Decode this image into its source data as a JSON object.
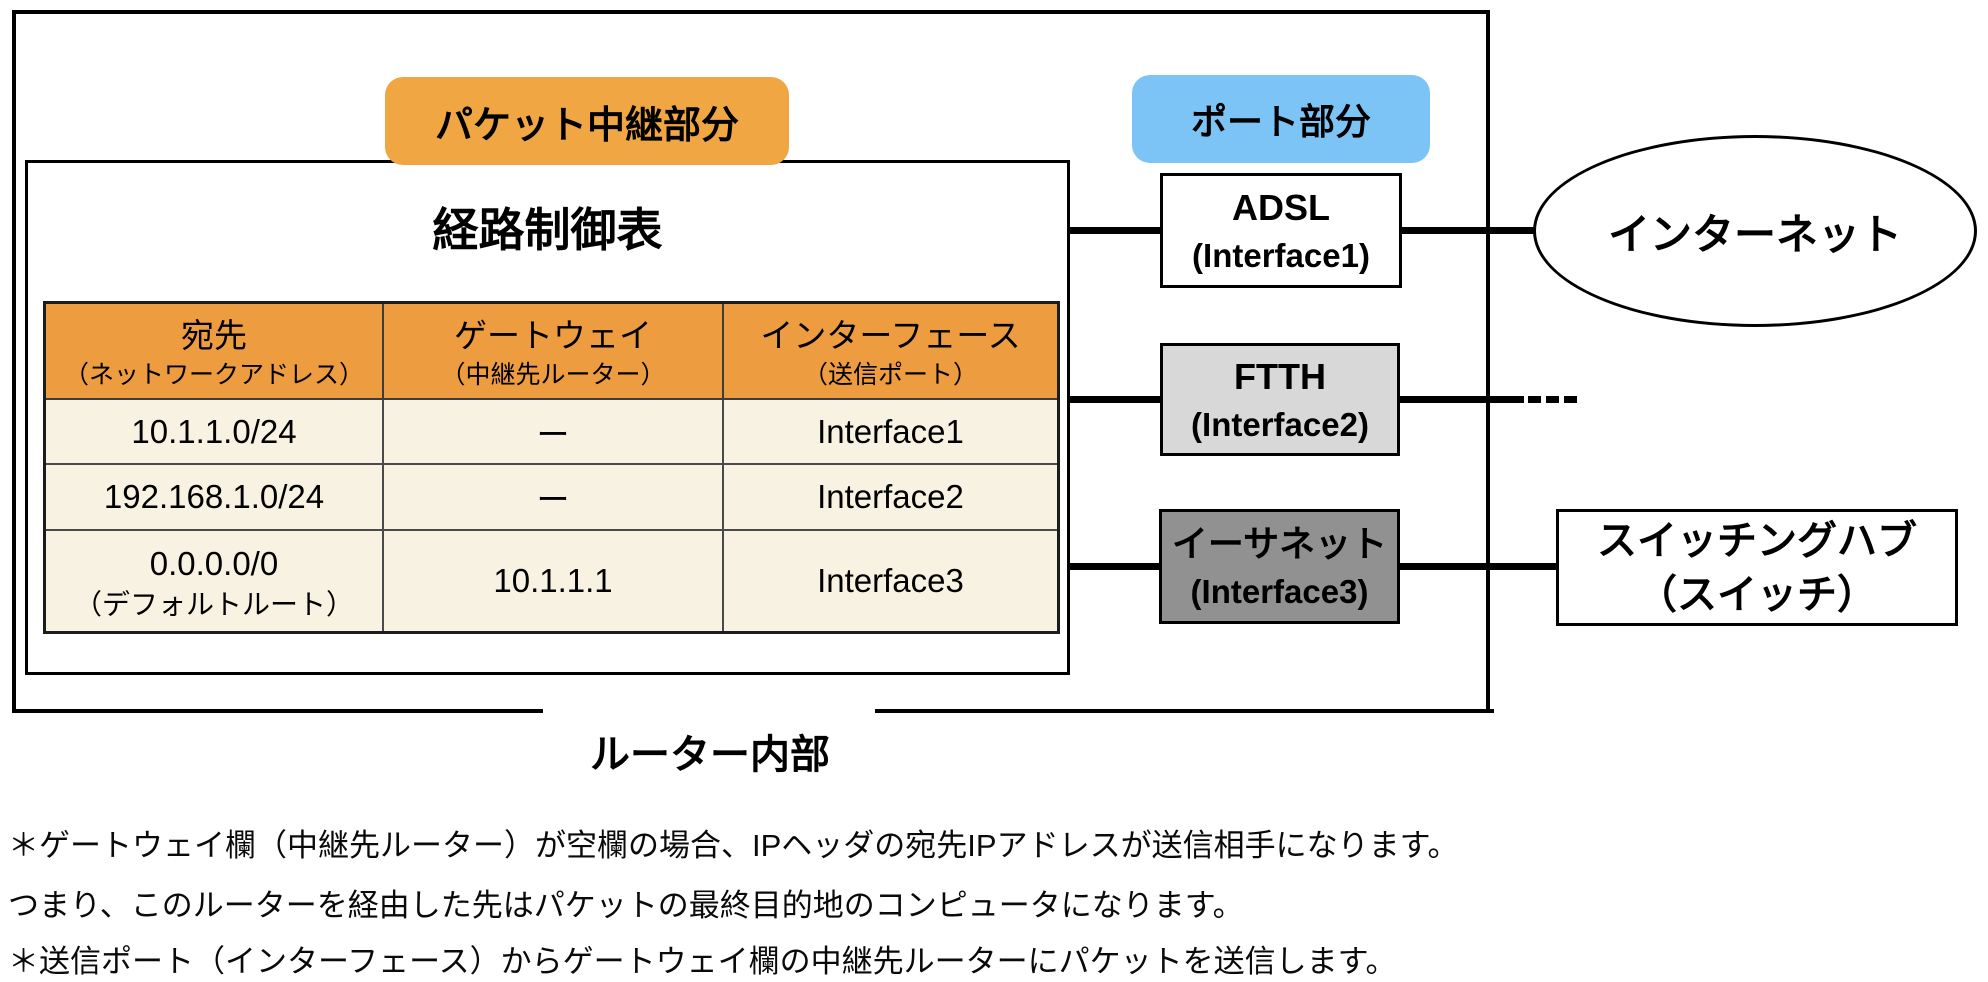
{
  "colors": {
    "orange_label": "#F0A642",
    "table_header": "#EE9C40",
    "table_row": "#F7F2E1",
    "port_blue": "#7CC3F6",
    "ftth_gray": "#D8D8D8",
    "ethernet_gray": "#919191"
  },
  "labels": {
    "packet_relay": "パケット中継部分",
    "port_section": "ポート部分",
    "routing_table_title": "経路制御表",
    "router_internal": "ルーター内部"
  },
  "routing_table": {
    "columns": [
      {
        "main": "宛先",
        "sub": "（ネットワークアドレス）"
      },
      {
        "main": "ゲートウェイ",
        "sub": "（中継先ルーター）"
      },
      {
        "main": "インターフェース",
        "sub": "（送信ポート）"
      }
    ],
    "rows": [
      {
        "dest": "10.1.1.0/24",
        "gateway": "ー",
        "iface": "Interface1"
      },
      {
        "dest": "192.168.1.0/24",
        "gateway": "ー",
        "iface": "Interface2"
      },
      {
        "dest": "0.0.0.0/0",
        "dest_sub": "（デフォルトルート）",
        "gateway": "10.1.1.1",
        "iface": "Interface3"
      }
    ]
  },
  "ports": [
    {
      "name": "ADSL",
      "iface": "(Interface1)"
    },
    {
      "name": "FTTH",
      "iface": "(Interface2)"
    },
    {
      "name": "イーサネット",
      "iface": "(Interface3)"
    }
  ],
  "external": {
    "internet": "インターネット",
    "switching_hub": {
      "line1": "スイッチングハブ",
      "line2": "（スイッチ）"
    }
  },
  "notes": [
    "＊ゲートウェイ欄（中継先ルーター）が空欄の場合、IPヘッダの宛先IPアドレスが送信相手になります。",
    "つまり、このルーターを経由した先はパケットの最終目的地のコンピュータになります。",
    "＊送信ポート（インターフェース）からゲートウェイ欄の中継先ルーターにパケットを送信します。"
  ]
}
